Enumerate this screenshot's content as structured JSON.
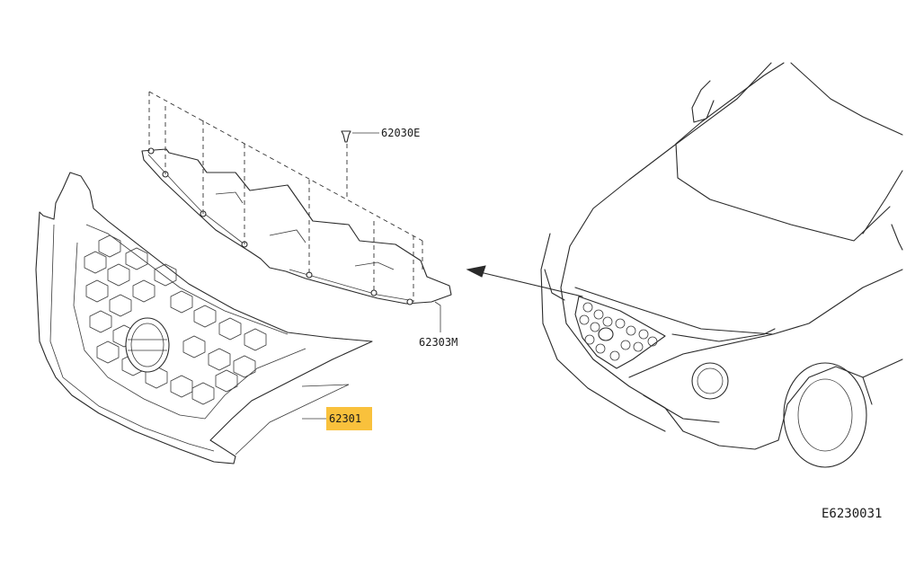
{
  "parts": {
    "clip": "62030E",
    "cover": "62303M",
    "grille": "62301"
  },
  "figure_code": "E6230031",
  "colors": {
    "highlight": "#f9c13c",
    "line": "#2a2a2a",
    "background": "#ffffff"
  }
}
